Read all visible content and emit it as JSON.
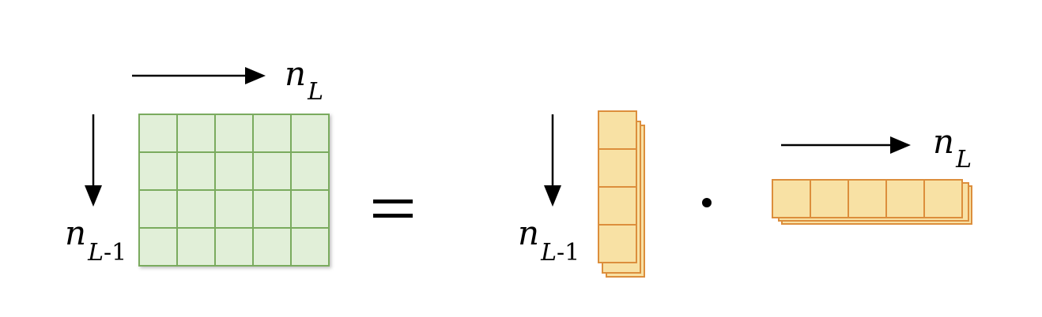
{
  "colors": {
    "matrix_fill": "#e1efd8",
    "matrix_stroke": "#7aab5e",
    "vector_fill": "#f8e1a4",
    "vector_stroke": "#dc8e3c",
    "arrow": "#000000"
  },
  "matrix": {
    "rows": 4,
    "cols": 5
  },
  "column_vector": {
    "cells": 4
  },
  "row_vector": {
    "cells": 5
  },
  "labels": {
    "n": "n",
    "sub_L": "L",
    "sub_L_minus_1_var": "L",
    "sub_L_minus_1_rest": "-1"
  },
  "operators": {
    "equals": "=",
    "dot": "·"
  }
}
